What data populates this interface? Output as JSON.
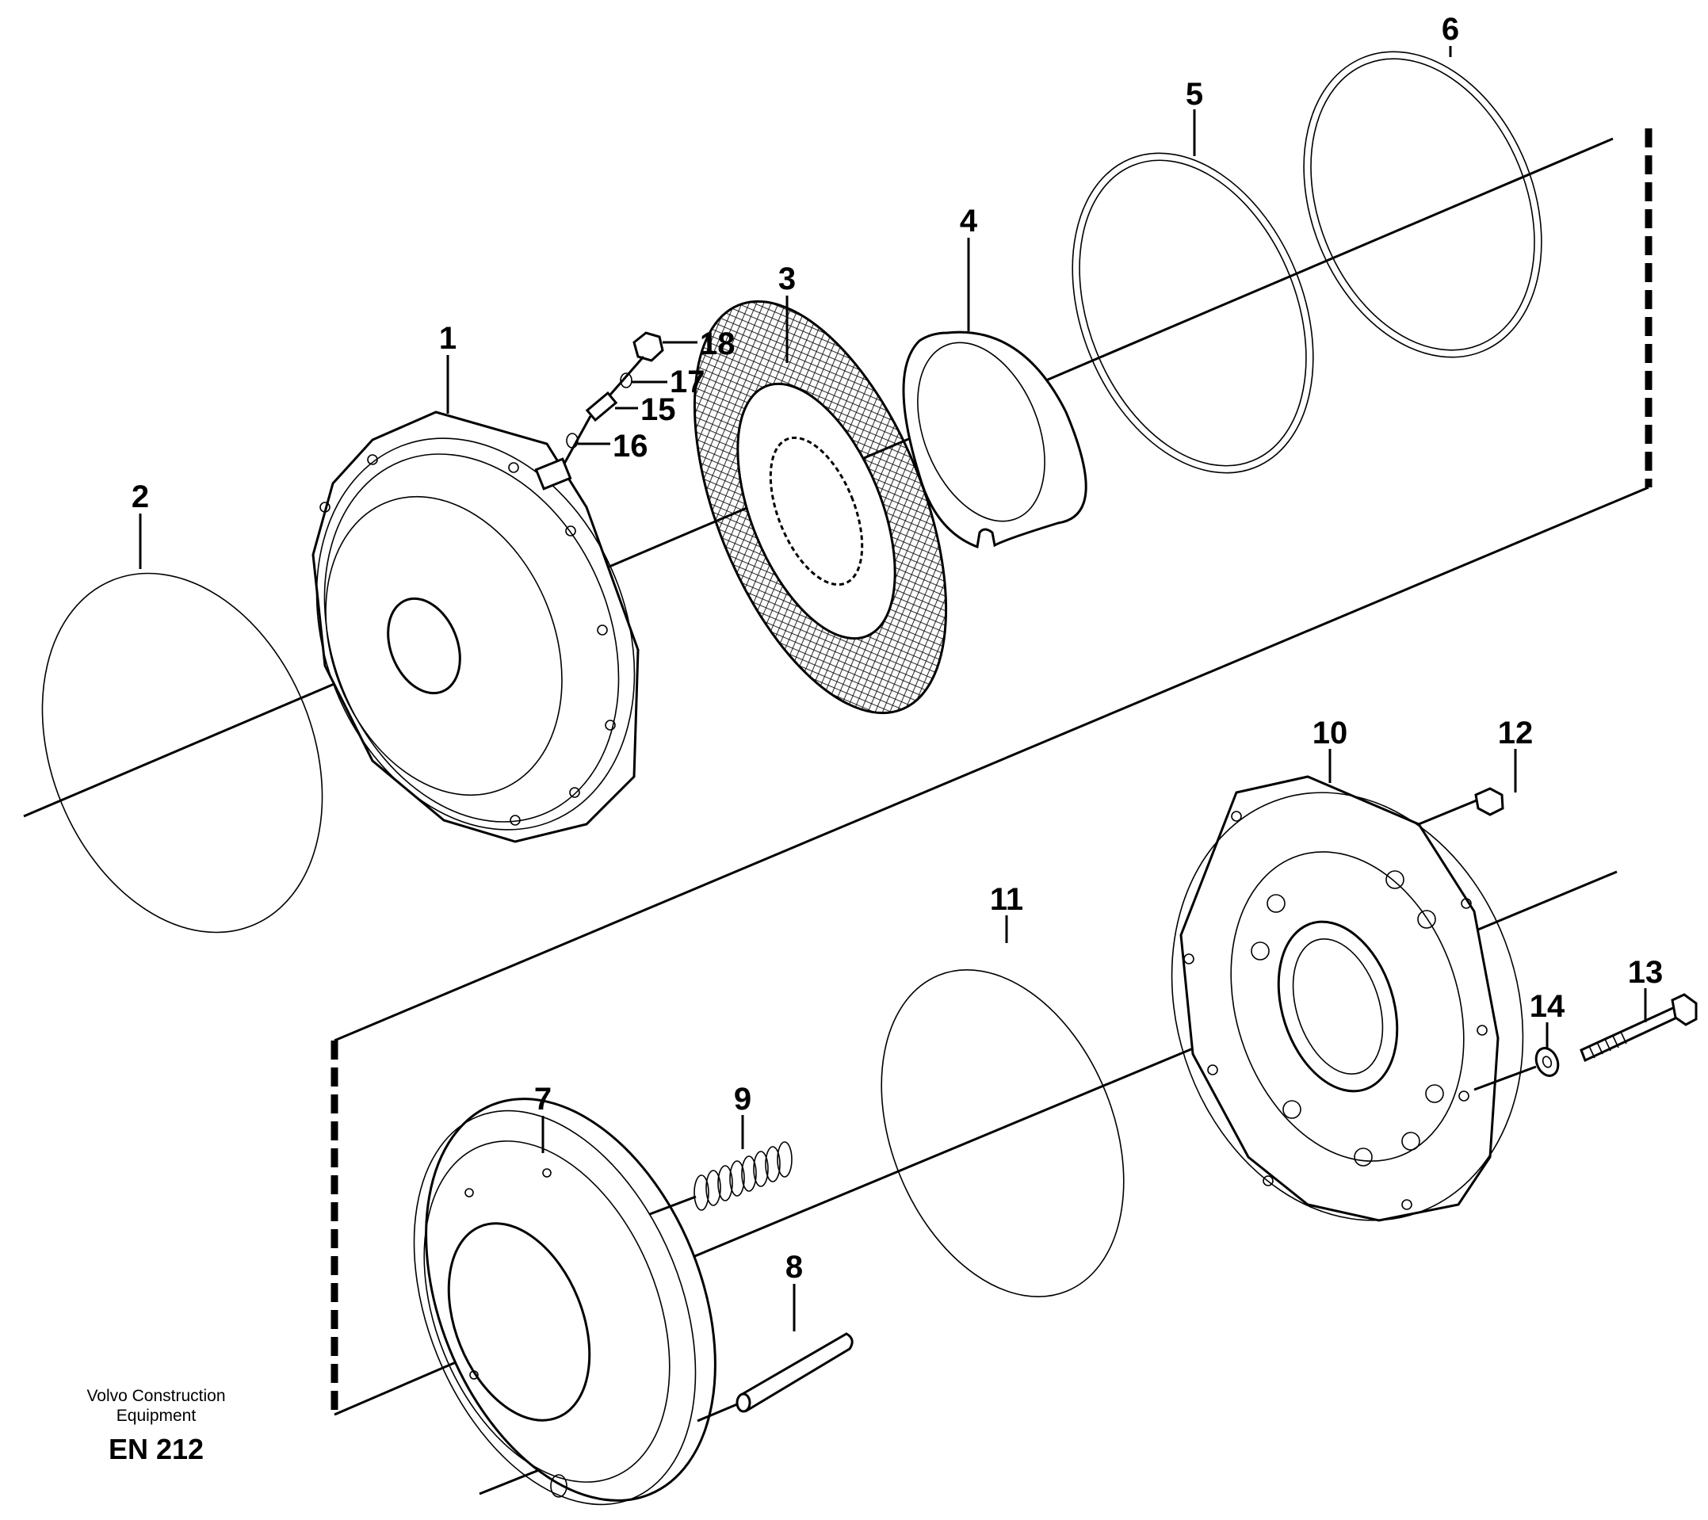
{
  "callouts": [
    "1",
    "2",
    "3",
    "4",
    "5",
    "6",
    "7",
    "8",
    "9",
    "10",
    "11",
    "12",
    "13",
    "14",
    "15",
    "16",
    "17",
    "18"
  ],
  "footer": {
    "line1": "Volvo Construction",
    "line2": "Equipment",
    "code": "EN 212"
  }
}
